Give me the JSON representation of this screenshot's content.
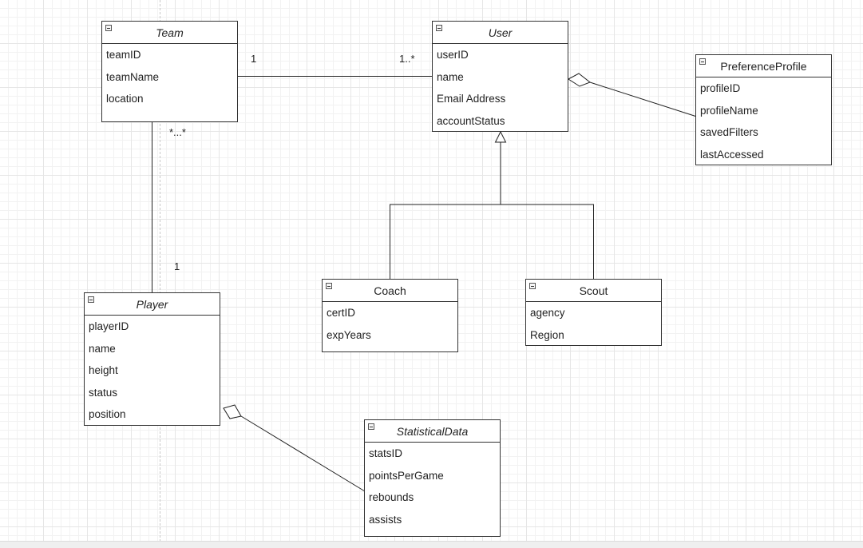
{
  "classes": {
    "team": {
      "name": "Team",
      "attributes": [
        "teamID",
        "teamName",
        "location"
      ]
    },
    "user": {
      "name": "User",
      "attributes": [
        "userID",
        "name",
        "Email Address",
        "accountStatus"
      ]
    },
    "preference_profile": {
      "name": "PreferenceProfile",
      "attributes": [
        "profileID",
        "profileName",
        "savedFilters",
        "lastAccessed"
      ]
    },
    "player": {
      "name": "Player",
      "attributes": [
        "playerID",
        "name",
        "height",
        "status",
        "position"
      ]
    },
    "coach": {
      "name": "Coach",
      "attributes": [
        "certID",
        "expYears"
      ]
    },
    "scout": {
      "name": "Scout",
      "attributes": [
        "agency",
        "Region"
      ]
    },
    "statistical_data": {
      "name": "StatisticalData",
      "attributes": [
        "statsID",
        "pointsPerGame",
        "rebounds",
        "assists"
      ]
    }
  },
  "multiplicities": {
    "team_user_team_end": "1",
    "team_user_user_end": "1..*",
    "team_player_team_end": "*...*",
    "team_player_player_end": "1"
  }
}
